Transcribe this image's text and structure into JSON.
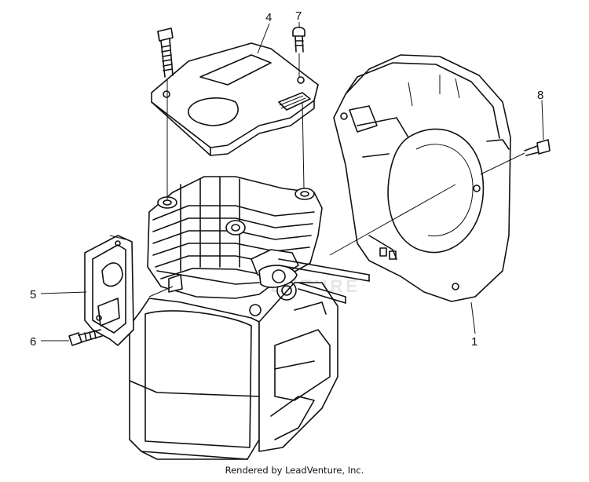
{
  "callouts": {
    "c1": "1",
    "c4": "4",
    "c5": "5",
    "c6": "6",
    "c7": "7",
    "c8": "8"
  },
  "watermark": "LEADVENTURE",
  "footer": "Rendered by LeadVenture, Inc."
}
